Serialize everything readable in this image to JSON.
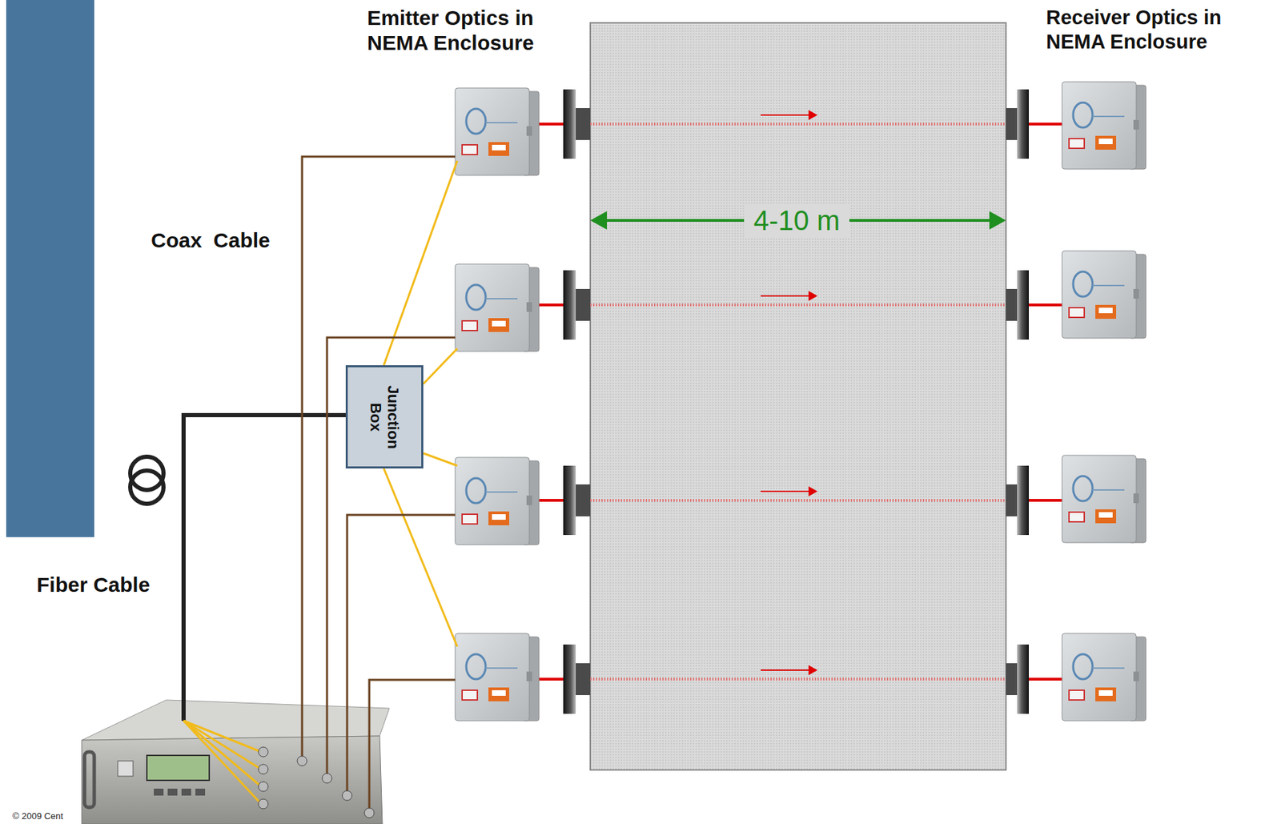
{
  "diagram": {
    "nodes": [
      {
        "text": [
          "Junction Box"
        ]
      }
    ],
    "labels": [
      "Emitter Optics in NEMA Enclosure",
      "Receiver Optics in NEMA Enclosure",
      "Coax  Cable",
      "4-10 m",
      "Fiber Cable",
      "© 2009 Cent"
    ]
  }
}
